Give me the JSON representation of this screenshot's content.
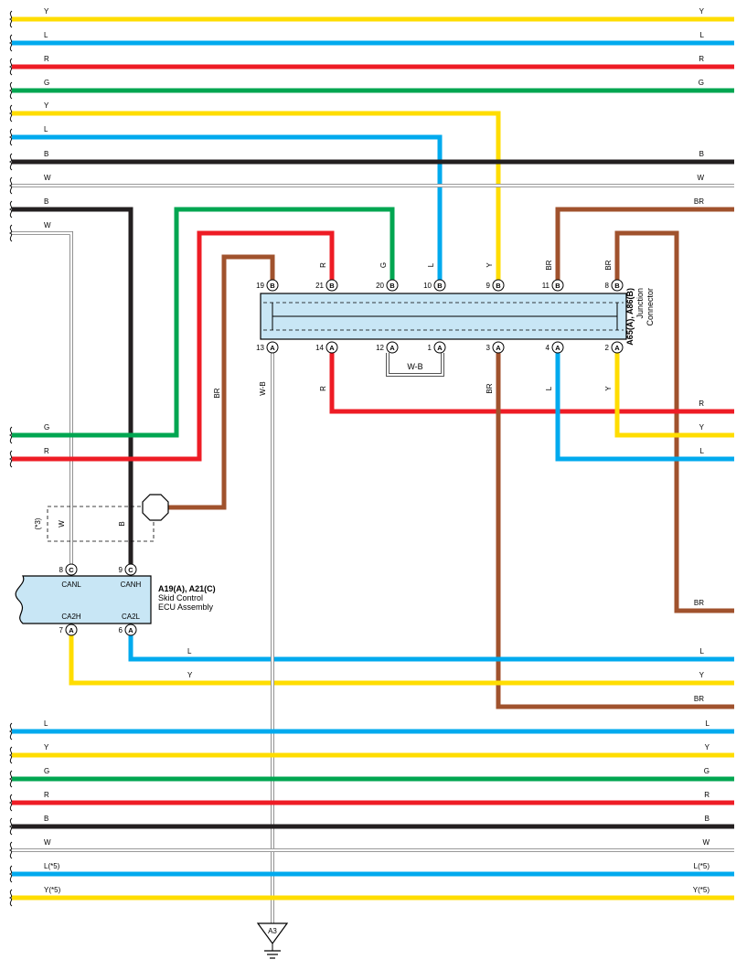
{
  "colors": {
    "Y": "#ffdd00",
    "L": "#00aaee",
    "R": "#ee1c25",
    "G": "#00a651",
    "B": "#231f20",
    "W": "#e0e0e0",
    "BR": "#a0522d",
    "ecu_fill": "#c8e6f5"
  },
  "bus_lines": {
    "top": [
      {
        "left": "Y",
        "right": "Y",
        "color": "Y"
      },
      {
        "left": "L",
        "right": "L",
        "color": "L"
      },
      {
        "left": "R",
        "right": "R",
        "color": "R"
      },
      {
        "left": "G",
        "right": "G",
        "color": "G"
      }
    ],
    "upper_left": [
      {
        "label": "Y",
        "color": "Y"
      },
      {
        "label": "L",
        "color": "L"
      }
    ],
    "mid": [
      {
        "left": "B",
        "right": "B",
        "color": "B"
      },
      {
        "left": "W",
        "right": "W",
        "color": "W"
      }
    ],
    "left_drops": [
      {
        "label": "B",
        "color": "B"
      },
      {
        "label": "W",
        "color": "W"
      }
    ],
    "bottom": [
      {
        "left": "L",
        "right": "L",
        "color": "L"
      },
      {
        "left": "Y",
        "right": "Y",
        "color": "Y"
      },
      {
        "left": "G",
        "right": "G",
        "color": "G"
      },
      {
        "left": "R",
        "right": "R",
        "color": "R"
      },
      {
        "left": "B",
        "right": "B",
        "color": "B"
      },
      {
        "left": "W",
        "right": "W",
        "color": "W"
      },
      {
        "left": "L(*5)",
        "right": "L(*5)",
        "color": "L"
      },
      {
        "left": "Y(*5)",
        "right": "Y(*5)",
        "color": "Y"
      }
    ]
  },
  "junction": {
    "name": "A65(A), A86(B)",
    "desc1": "Junction",
    "desc2": "Connector",
    "top_pins": [
      {
        "num": "19",
        "conn": "B",
        "wire": "BR"
      },
      {
        "num": "21",
        "conn": "B",
        "wire": "R"
      },
      {
        "num": "20",
        "conn": "B",
        "wire": "G"
      },
      {
        "num": "10",
        "conn": "B",
        "wire": "L"
      },
      {
        "num": "9",
        "conn": "B",
        "wire": "Y"
      },
      {
        "num": "11",
        "conn": "B",
        "wire": "BR"
      },
      {
        "num": "8",
        "conn": "B",
        "wire": "BR"
      }
    ],
    "bottom_pins": [
      {
        "num": "13",
        "conn": "A",
        "wire": "W-B"
      },
      {
        "num": "14",
        "conn": "A",
        "wire": "R"
      },
      {
        "num": "12",
        "conn": "A",
        "wire": ""
      },
      {
        "num": "1",
        "conn": "A",
        "wire": ""
      },
      {
        "num": "3",
        "conn": "A",
        "wire": "BR"
      },
      {
        "num": "4",
        "conn": "A",
        "wire": "L"
      },
      {
        "num": "2",
        "conn": "A",
        "wire": "Y"
      }
    ],
    "jumper_label": "W-B"
  },
  "right_outputs": [
    {
      "label": "BR"
    },
    {
      "label": "R"
    },
    {
      "label": "Y"
    },
    {
      "label": "L"
    },
    {
      "label": "BR"
    }
  ],
  "left_inputs": [
    {
      "label": "G"
    },
    {
      "label": "R"
    }
  ],
  "ecu": {
    "name": "A19(A), A21(C)",
    "desc1": "Skid Control",
    "desc2": "ECU Assembly",
    "pins": [
      {
        "num": "8",
        "conn": "C",
        "signal": "CANL"
      },
      {
        "num": "9",
        "conn": "C",
        "signal": "CANH"
      },
      {
        "num": "7",
        "conn": "A",
        "signal": "CA2H"
      },
      {
        "num": "6",
        "conn": "A",
        "signal": "CA2L"
      }
    ],
    "out_wires": [
      {
        "left": "L",
        "right": "L"
      },
      {
        "left": "Y",
        "right": "Y"
      },
      {
        "right": "BR"
      }
    ]
  },
  "twisted": {
    "note": "(*3)",
    "w": "W",
    "b": "B"
  },
  "ground": {
    "label": "A3"
  },
  "vertical_labels": {
    "br_twist": "BR",
    "wb": "W-B"
  }
}
